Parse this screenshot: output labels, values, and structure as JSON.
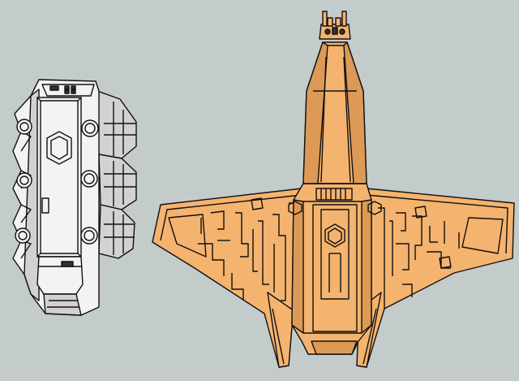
{
  "scene": {
    "background": "#c4cccb",
    "outline": "#111111",
    "objects": [
      {
        "name": "white-pod-ship",
        "fill": "#f3f3f3",
        "shade": "#d2d2d2",
        "icon": "hexagon-emblem"
      },
      {
        "name": "orange-fighter-ship",
        "fill": "#f4b36e",
        "shade": "#dc9a56",
        "icon": "hexagon-emblem"
      }
    ]
  }
}
